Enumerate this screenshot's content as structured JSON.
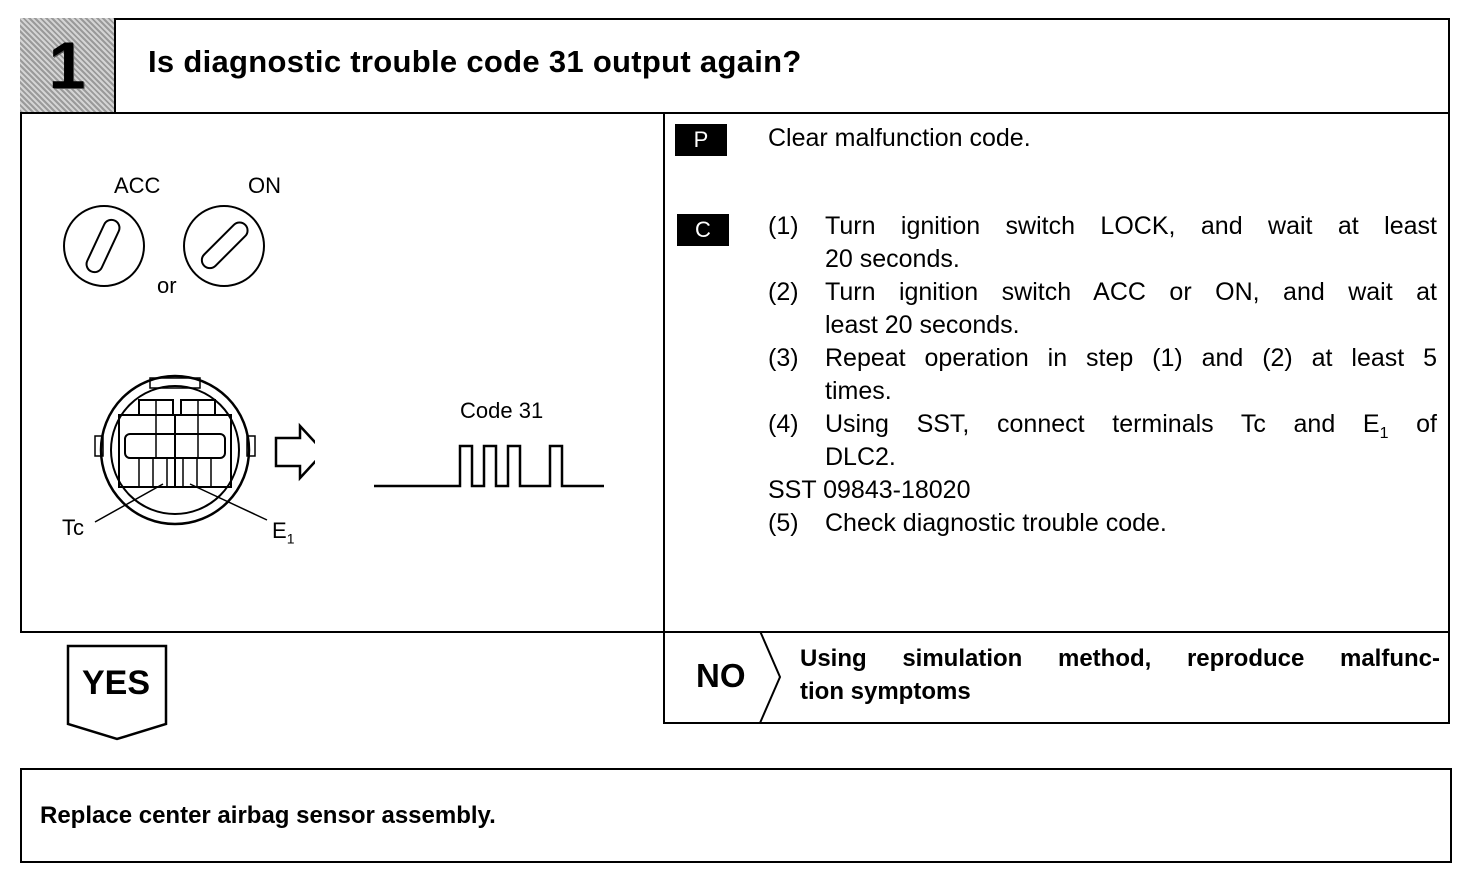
{
  "header": {
    "step_number": "1",
    "question": "Is diagnostic trouble code 31 output again?"
  },
  "diagram": {
    "switch_label_acc": "ACC",
    "switch_label_on": "ON",
    "or_label": "or",
    "terminal_tc": "Tc",
    "terminal_e1_base": "E",
    "terminal_e1_sub": "1",
    "code_label": "Code 31"
  },
  "procedure": {
    "p_badge": "P",
    "p_text": "Clear malfunction code.",
    "c_badge": "C",
    "steps": [
      {
        "num": "(1)",
        "line1": "Turn ignition switch LOCK, and wait at least",
        "line2": "20 seconds."
      },
      {
        "num": "(2)",
        "line1": "Turn ignition switch ACC or ON, and wait at",
        "line2": "least 20 seconds."
      },
      {
        "num": "(3)",
        "line1": "Repeat operation in step (1) and (2) at least 5",
        "line2": "times."
      },
      {
        "num": "(4)",
        "line1_pre": "Using SST, connect terminals Tc and E",
        "line1_sub": "1",
        "line1_post": " of",
        "line2": "DLC2."
      }
    ],
    "sst_line": "SST 09843-18020",
    "step5_num": "(5)",
    "step5_text": "Check diagnostic trouble code."
  },
  "branches": {
    "yes_label": "YES",
    "no_label": "NO",
    "no_text_line1": "Using simulation method, reproduce malfunc-",
    "no_text_line2": "tion symptoms"
  },
  "result": {
    "text": "Replace center airbag sensor assembly."
  }
}
